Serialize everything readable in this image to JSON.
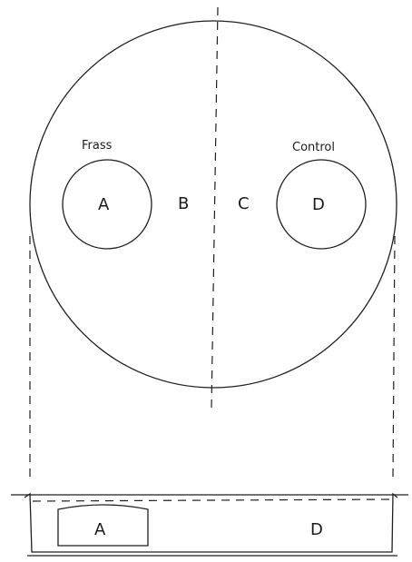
{
  "top_view": {
    "label_frass": "Frass",
    "label_control": "Control",
    "zone_a": "A",
    "zone_b": "B",
    "zone_c": "C",
    "zone_d": "D"
  },
  "side_view": {
    "zone_a": "A",
    "zone_d": "D"
  }
}
